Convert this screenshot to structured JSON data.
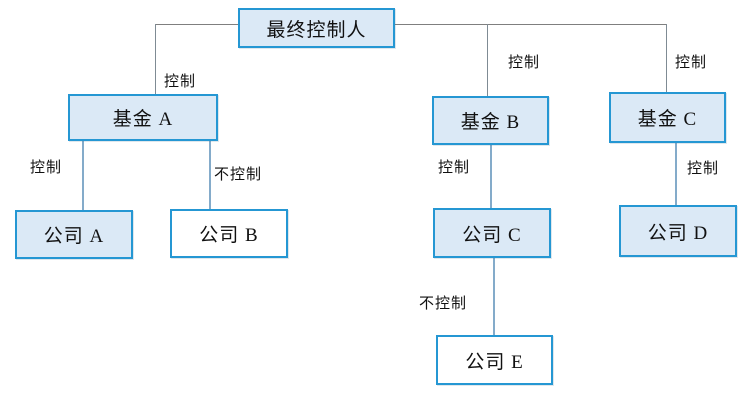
{
  "nodes": {
    "root": {
      "label": "最终控制人"
    },
    "fund_a": {
      "label": "基金 A"
    },
    "fund_b": {
      "label": "基金 B"
    },
    "fund_c": {
      "label": "基金 C"
    },
    "company_a": {
      "label": "公司 A"
    },
    "company_b": {
      "label": "公司 B"
    },
    "company_c": {
      "label": "公司 C"
    },
    "company_d": {
      "label": "公司 D"
    },
    "company_e": {
      "label": "公司 E"
    }
  },
  "edges": [
    {
      "from": "最终控制人",
      "to": "基金 A",
      "label": "控制"
    },
    {
      "from": "最终控制人",
      "to": "基金 B",
      "label": "控制"
    },
    {
      "from": "最终控制人",
      "to": "基金 C",
      "label": "控制"
    },
    {
      "from": "基金 A",
      "to": "公司 A",
      "label": "控制"
    },
    {
      "from": "基金 A",
      "to": "公司 B",
      "label": "不控制"
    },
    {
      "from": "基金 B",
      "to": "公司 C",
      "label": "控制"
    },
    {
      "from": "基金 C",
      "to": "公司 D",
      "label": "控制"
    },
    {
      "from": "公司 C",
      "to": "公司 E",
      "label": "不控制"
    }
  ],
  "colors": {
    "node_border": "#2597d3",
    "node_fill_controlled": "#dbe9f6",
    "node_fill_uncontrolled": "#ffffff",
    "connector_gray": "#7f7f7f",
    "connector_blue": "#84abca",
    "text": "#111111"
  }
}
